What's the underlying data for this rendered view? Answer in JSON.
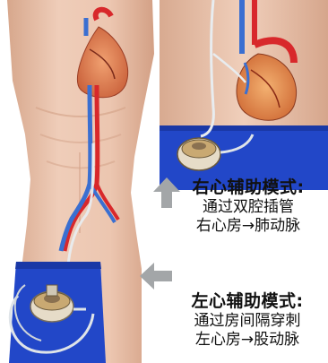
{
  "captions": {
    "right_assist": {
      "title": "右心辅助模式:",
      "line1": "通过双腔插管",
      "line2": "右心房→肺动脉"
    },
    "left_assist": {
      "title": "左心辅助模式:",
      "line1": "通过房间隔穿刺",
      "line2": "左心房→股动脉"
    }
  },
  "colors": {
    "skin": "#e9c3ad",
    "skin_shadow": "#d6a48a",
    "artery": "#d8282b",
    "vein": "#3a6fd1",
    "cannula": "#e8ecef",
    "band": "#2247c8",
    "arrow": "#a3a6a8"
  }
}
